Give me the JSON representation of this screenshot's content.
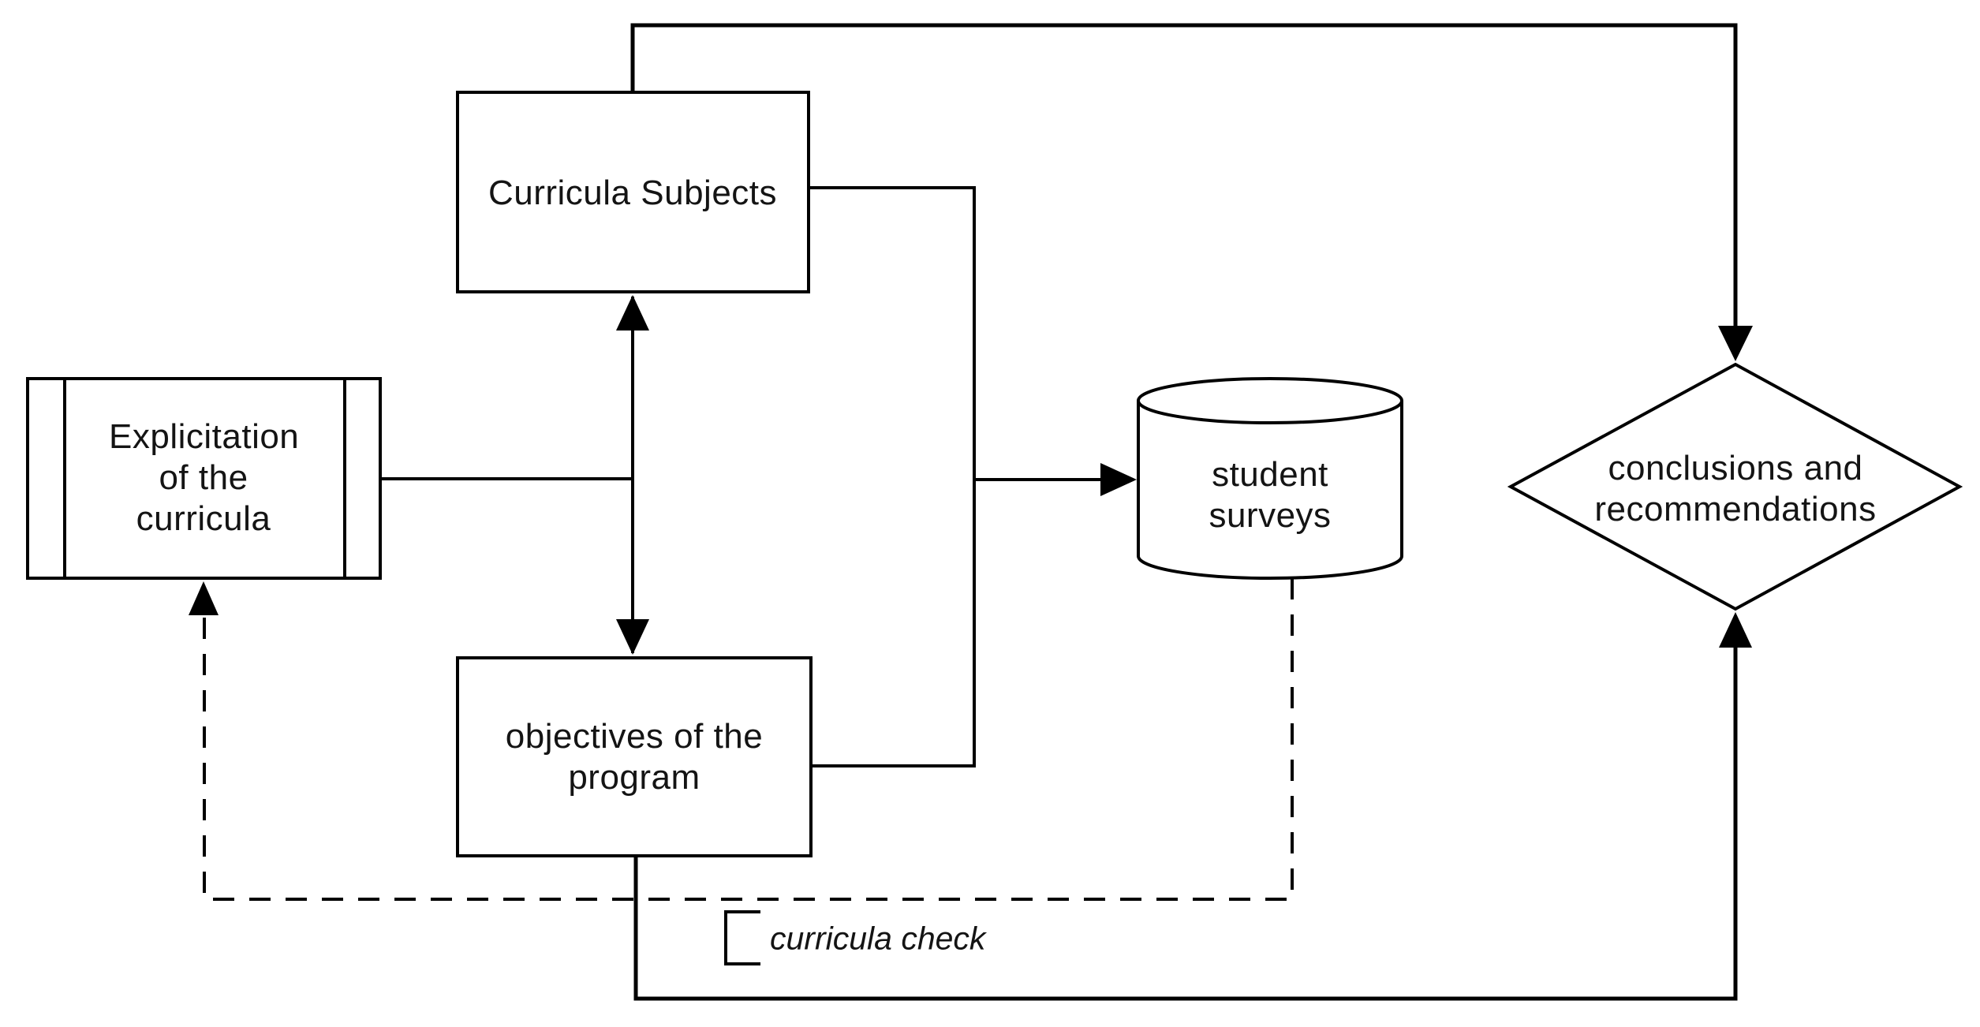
{
  "diagram": {
    "type": "flowchart",
    "background_color": "#ffffff",
    "stroke_color": "#000000",
    "text_color": "#141414",
    "nodes": [
      {
        "id": "curricula-subjects",
        "shape": "rectangle",
        "label": "Curricula Subjects"
      },
      {
        "id": "explicitation-of-the-curricula",
        "shape": "predefined-process",
        "label": "Explicitation of the curricula"
      },
      {
        "id": "objectives-of-the-program",
        "shape": "rectangle",
        "label": "objectives of the program"
      },
      {
        "id": "student-surveys",
        "shape": "database-cylinder",
        "label": "student surveys"
      },
      {
        "id": "conclusions-and-recommendations",
        "shape": "decision-diamond",
        "label": "conclusions and recommendations"
      }
    ],
    "edges": [
      {
        "from": "curricula-subjects",
        "to": "conclusions-and-recommendations",
        "style": "solid",
        "arrow": "end",
        "route": "up-right-down into diamond top"
      },
      {
        "from": "curricula-subjects",
        "to": "objectives-of-the-program",
        "style": "solid",
        "arrow": "both",
        "route": "vertical double-headed arrow"
      },
      {
        "from": "explicitation-of-the-curricula",
        "to": "curricula-subjects",
        "style": "solid",
        "arrow": "none",
        "route": "joins vertical double arrow"
      },
      {
        "from": "objectives-of-the-program",
        "to": "student-surveys",
        "style": "solid",
        "arrow": "end",
        "route": "right rail shared with curricula-subjects"
      },
      {
        "from": "objectives-of-the-program",
        "to": "conclusions-and-recommendations",
        "style": "solid",
        "arrow": "end",
        "route": "down-right-up into diamond bottom"
      },
      {
        "from": "student-surveys",
        "to": "explicitation-of-the-curricula",
        "style": "dashed",
        "arrow": "end",
        "route": "feedback loop along bottom"
      }
    ],
    "edge_label": {
      "text": "curricula check",
      "style": "italic",
      "marker": "left-bracket"
    }
  }
}
